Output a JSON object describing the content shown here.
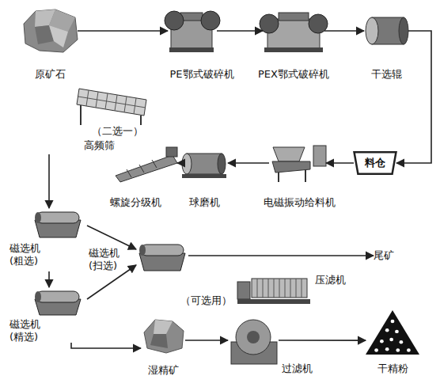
{
  "diagram": {
    "nodes": [
      {
        "text": [
          "原矿石"
        ]
      },
      {
        "text": [
          "PE鄂式破碎机"
        ]
      },
      {
        "text": [
          "PEX鄂式破碎机"
        ]
      },
      {
        "text": [
          "干选辊"
        ]
      },
      {
        "text": [
          "料仓"
        ]
      },
      {
        "text": [
          "电磁振动给料机"
        ]
      },
      {
        "text": [
          "球磨机"
        ]
      },
      {
        "text": [
          "螺旋分级机"
        ]
      },
      {
        "text": [
          "（二选一）",
          "高频筛"
        ]
      },
      {
        "text": [
          "磁选机 (粗选)"
        ]
      },
      {
        "text": [
          "磁选机 (扫选)"
        ]
      },
      {
        "text": [
          "磁选机 (精选)"
        ]
      },
      {
        "text": [
          "尾矿"
        ]
      },
      {
        "text": [
          "湿精矿"
        ]
      },
      {
        "text": [
          "（可选用）",
          "压滤机"
        ]
      },
      {
        "text": [
          "过滤机"
        ]
      },
      {
        "text": [
          "干精粉"
        ]
      }
    ],
    "edges": [
      {
        "from": 0,
        "to": 1,
        "arrow": "to"
      },
      {
        "from": 1,
        "to": 2,
        "arrow": "to"
      },
      {
        "from": 2,
        "to": 3,
        "arrow": "to"
      },
      {
        "from": 3,
        "to": 4,
        "arrow": "to"
      },
      {
        "from": 4,
        "to": 5,
        "arrow": "to"
      },
      {
        "from": 5,
        "to": 6,
        "arrow": "to"
      },
      {
        "from": 6,
        "to": 7,
        "arrow": "to"
      },
      {
        "from": 8,
        "to": 9,
        "arrow": "to"
      },
      {
        "from": 9,
        "to": 10,
        "arrow": "to"
      },
      {
        "from": 9,
        "to": 11,
        "arrow": "to"
      },
      {
        "from": 11,
        "to": 10,
        "arrow": "to"
      },
      {
        "from": 10,
        "to": 12,
        "arrow": "to"
      },
      {
        "from": 11,
        "to": 13,
        "arrow": "to"
      },
      {
        "from": 13,
        "to": 15,
        "arrow": "to"
      },
      {
        "from": 15,
        "to": 16,
        "arrow": "to"
      }
    ]
  }
}
